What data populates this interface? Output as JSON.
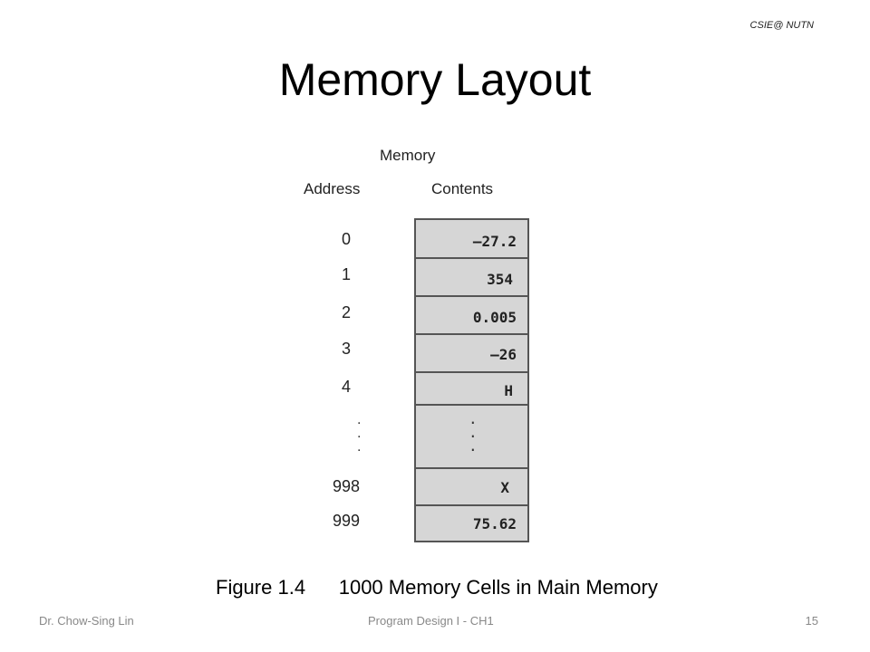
{
  "header_tag": "CSIE@ NUTN",
  "title": "Memory Layout",
  "figure": {
    "heading": "Memory",
    "address_header": "Address",
    "contents_header": "Contents",
    "rows": [
      {
        "address": "0",
        "content": "—27.2"
      },
      {
        "address": "1",
        "content": "354"
      },
      {
        "address": "2",
        "content": "0.005"
      },
      {
        "address": "3",
        "content": "—26"
      },
      {
        "address": "4",
        "content": "H"
      },
      {
        "address": ".\n.\n.",
        "content": ".\n.\n."
      },
      {
        "address": "998",
        "content": "X"
      },
      {
        "address": "999",
        "content": "75.62"
      }
    ]
  },
  "caption": "Figure 1.4      1000 Memory Cells in Main Memory",
  "footer": {
    "author": "Dr. Chow-Sing Lin",
    "course": "Program Design I - CH1",
    "page": "15"
  }
}
